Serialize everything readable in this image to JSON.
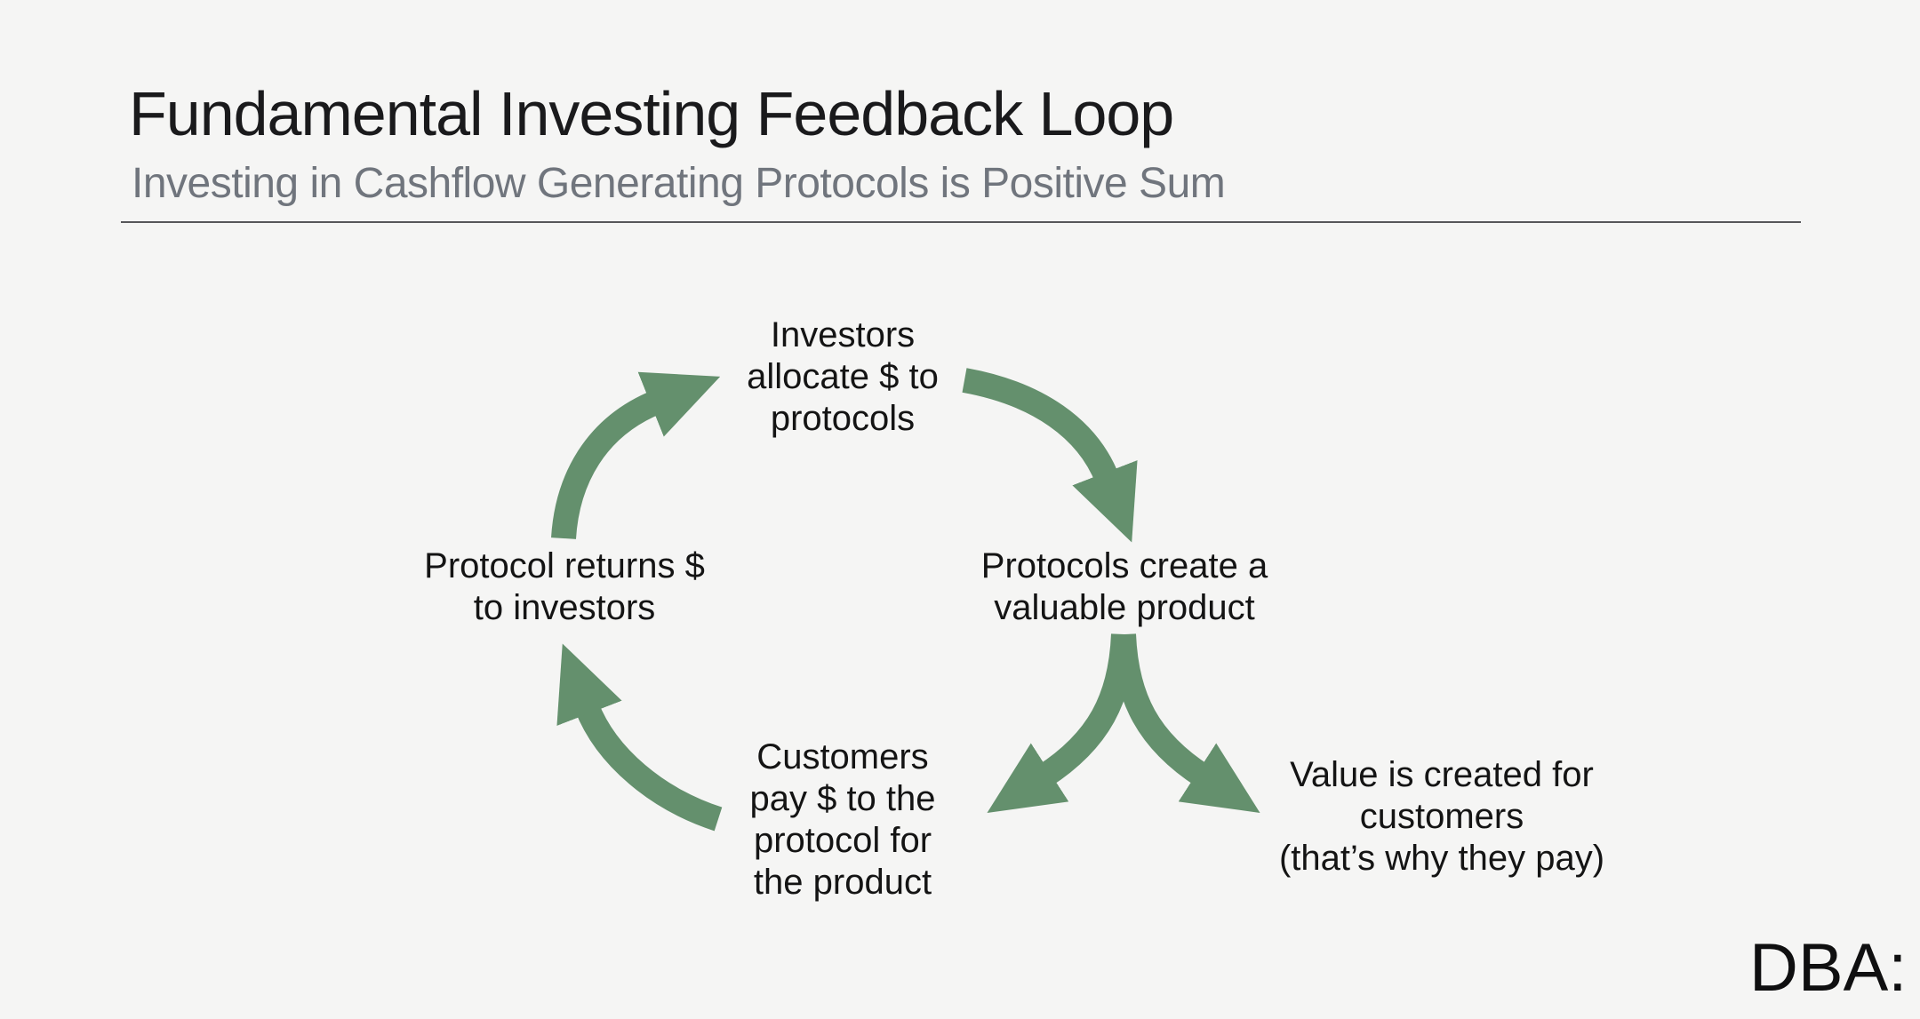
{
  "theme": {
    "background": "#f5f5f4",
    "title_color": "#1a1a1c",
    "subtitle_color": "#70757d",
    "divider_color": "#57575a",
    "node_text_color": "#141414",
    "arrow_color": "#64906d",
    "logo_color": "#0f0f10"
  },
  "header": {
    "title": "Fundamental Investing Feedback Loop",
    "subtitle": "Investing in Cashflow Generating Protocols is Positive Sum"
  },
  "diagram": {
    "type": "cycle",
    "nodes": {
      "investors": {
        "label": "Investors\nallocate $ to\nprotocols"
      },
      "protocols": {
        "label": "Protocols create a\nvaluable product"
      },
      "value": {
        "label": "Value is created for\ncustomers\n(that’s why they pay)"
      },
      "customers": {
        "label": "Customers\npay $ to the\nprotocol for\nthe product"
      },
      "returns": {
        "label": "Protocol returns $\nto investors"
      }
    },
    "flows": [
      {
        "from": "Investors allocate $ to protocols",
        "to": "Protocols create a valuable product"
      },
      {
        "from": "Protocols create a valuable product",
        "to": "Customers pay $ to the protocol for the product"
      },
      {
        "from": "Protocols create a valuable product",
        "to": "Value is created for customers (that’s why they pay)"
      },
      {
        "from": "Customers pay $ to the protocol for the product",
        "to": "Protocol returns $ to investors"
      },
      {
        "from": "Protocol returns $ to investors",
        "to": "Investors allocate $ to protocols"
      }
    ]
  },
  "logo": {
    "text": "DBA:"
  }
}
